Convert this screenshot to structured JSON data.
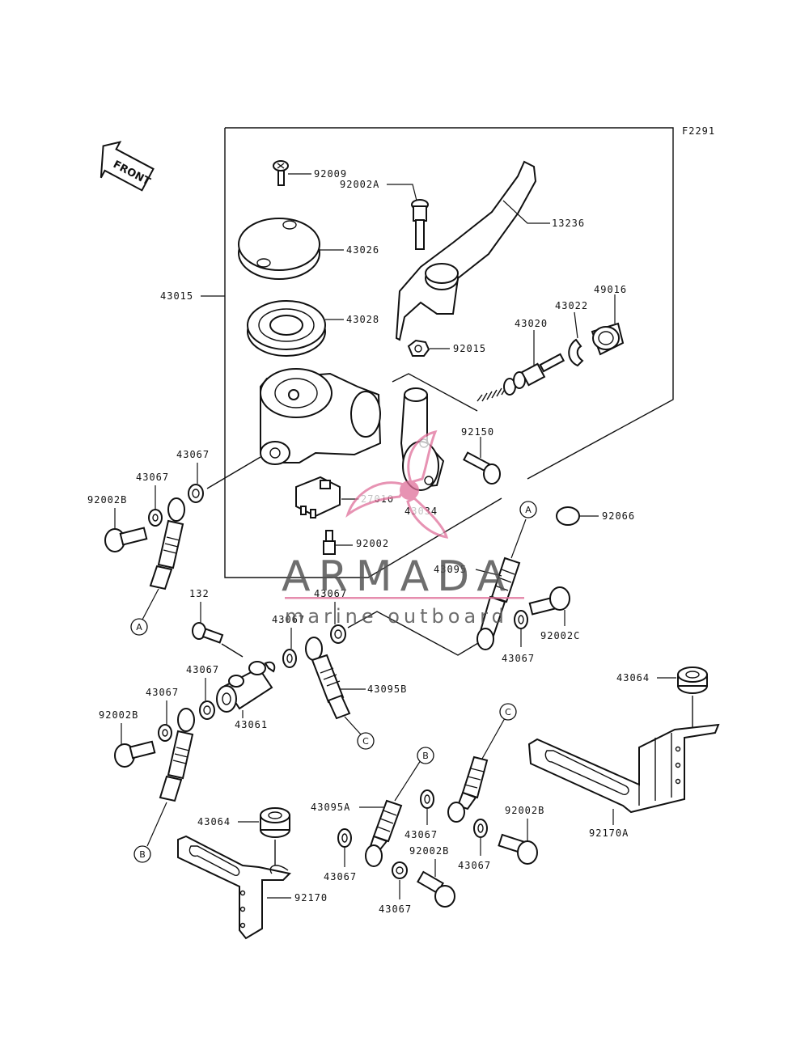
{
  "figure_code": "F2291",
  "front_label": "FRONT",
  "watermark": {
    "brand": "ARMADA",
    "tagline": "marine outboard",
    "accent_color": "#e0709a",
    "text_color": "#555555"
  },
  "parts": {
    "p92009": "92009",
    "p92002A": "92002A",
    "p13236": "13236",
    "p43026": "43026",
    "p43015": "43015",
    "p49016": "49016",
    "p43022": "43022",
    "p43028": "43028",
    "p43020": "43020",
    "p92015": "92015",
    "p43067_a": "43067",
    "p92150": "92150",
    "p43067_b": "43067",
    "p92002B_a": "92002B",
    "p27010": "27010",
    "p43034": "43034",
    "p92066": "92066",
    "p92002": "92002",
    "p43095": "43095",
    "p132": "132",
    "p43067_c": "43067",
    "p43067_d": "43067",
    "p92002C": "92002C",
    "p43067_e": "43067",
    "p43067_f": "43067",
    "p43095B": "43095B",
    "p43067_g": "43067",
    "p43061": "43061",
    "p92002B_b": "92002B",
    "p43064_a": "43064",
    "p43095A": "43095A",
    "p92002B_c": "92002B",
    "p43067_h": "43067",
    "p92002B_d": "92002B",
    "p43064_b": "43064",
    "p43067_i": "43067",
    "p43067_j": "43067",
    "p92170A": "92170A",
    "p92170": "92170",
    "p43067_k": "43067"
  },
  "callouts": {
    "a1": "A",
    "a2": "A",
    "b1": "B",
    "b2": "B",
    "c1": "C",
    "c2": "C"
  }
}
